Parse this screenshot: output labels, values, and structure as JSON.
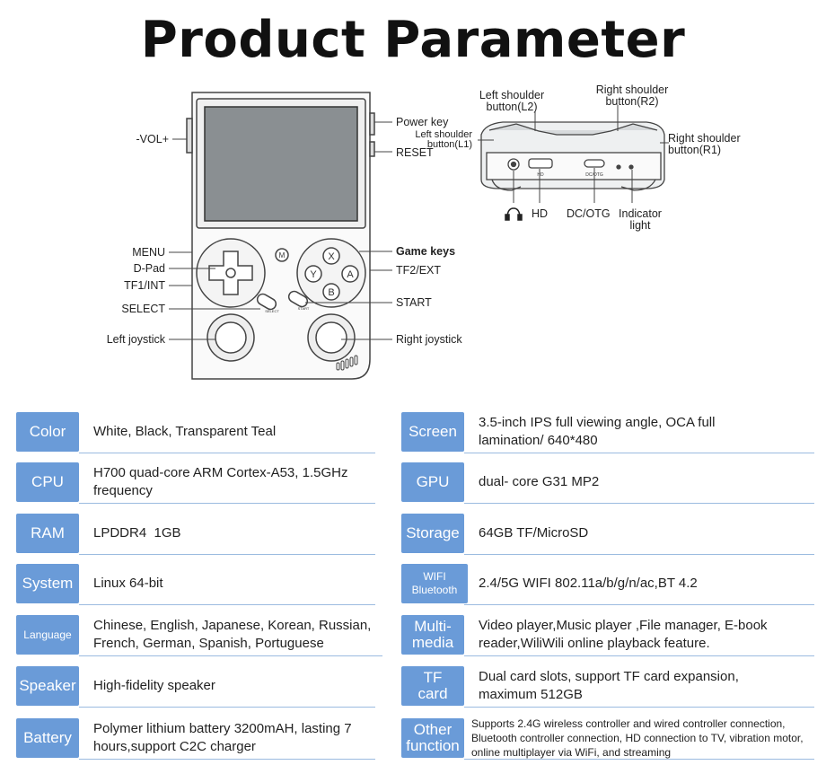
{
  "title": "Product Parameter",
  "colors": {
    "accent": "#6a9bd8",
    "divider": "#9bbbe0"
  },
  "front_labels": {
    "vol": "-VOL+",
    "power_key": "Power key",
    "reset": "RESET",
    "menu": "MENU",
    "dpad": "D-Pad",
    "tf1": "TF1/INT",
    "select": "SELECT",
    "left_joystick": "Left joystick",
    "game_keys": "Game keys",
    "tf2": "TF2/EXT",
    "start": "START",
    "right_joystick": "Right joystick"
  },
  "top_labels": {
    "left_shoulder_l2_a": "Left shoulder",
    "left_shoulder_l2_b": "button(L2)",
    "right_shoulder_r2_a": "Right shoulder",
    "right_shoulder_r2_b": "button(R2)",
    "left_shoulder_l1_a": "Left shoulder",
    "left_shoulder_l1_b": "button(L1)",
    "right_shoulder_r1_a": "Right shoulder",
    "right_shoulder_r1_b": "button(R1)",
    "hd": "HD",
    "dc_otg": "DC/OTG",
    "indicator_a": "Indicator",
    "indicator_b": "light"
  },
  "device_marks": {
    "menu_btn": "M",
    "btn_x": "X",
    "btn_y": "Y",
    "btn_a": "A",
    "btn_b": "B",
    "select_btn": "SELECT",
    "start_btn": "START",
    "hd_port": "HD",
    "dc_port": "DC/OTG"
  },
  "specs_left": [
    {
      "key": "Color",
      "value": "White, Black, Transparent Teal"
    },
    {
      "key": "CPU",
      "value": "H700 quad-core ARM Cortex-A53, 1.5GHz frequency"
    },
    {
      "key": "RAM",
      "value": "LPDDR4  1GB"
    },
    {
      "key": "System",
      "value": "Linux 64-bit"
    },
    {
      "key": "Language",
      "value": "Chinese, English, Japanese, Korean, Russian, French, German, Spanish, Portuguese"
    },
    {
      "key": "Speaker",
      "value": "High-fidelity speaker"
    },
    {
      "key": "Battery",
      "value": "Polymer lithium battery 3200mAH, lasting 7  hours,support C2C charger"
    }
  ],
  "specs_right": [
    {
      "key": "Screen",
      "value": "3.5-inch IPS full viewing angle, OCA full lamination/ 640*480"
    },
    {
      "key": "GPU",
      "value": "dual- core G31 MP2"
    },
    {
      "key": "Storage",
      "value": "64GB TF/MicroSD"
    },
    {
      "key": "WIFI Bluetooth",
      "value": "2.4/5G WIFI 802.11a/b/g/n/ac,BT 4.2"
    },
    {
      "key": "Multi- media",
      "value": "Video  player,Music player ,File manager, E-book reader,WiliWili online playback feature."
    },
    {
      "key": "TF card",
      "value": "Dual card slots, support TF card expansion, maximum 512GB"
    },
    {
      "key": "Other function",
      "value": "Supports 2.4G wireless controller and wired controller connection, Bluetooth controller connection, HD connection to TV, vibration motor, online multiplayer via WiFi, and streaming"
    }
  ]
}
